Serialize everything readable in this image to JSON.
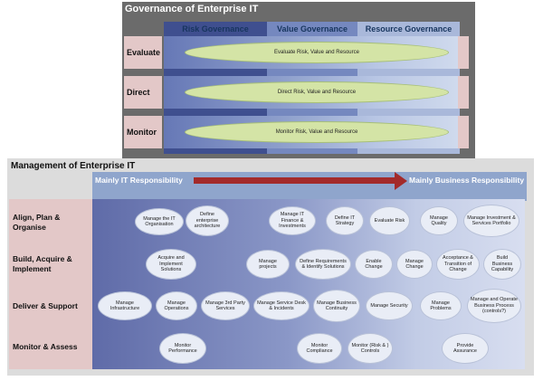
{
  "governance": {
    "title": "Governance of Enterprise IT",
    "columns": [
      "Risk Governance",
      "Value Governance",
      "Resource Governance"
    ],
    "rows": [
      {
        "label": "Evaluate",
        "activity": "Evaluate Risk, Value and Resource"
      },
      {
        "label": "Direct",
        "activity": "Direct Risk, Value and Resource"
      },
      {
        "label": "Monitor",
        "activity": "Monitor Risk, Value and Resource"
      }
    ]
  },
  "management": {
    "title": "Management of Enterprise IT",
    "it_responsibility": "Mainly IT Responsibility",
    "business_responsibility": "Mainly Business Responsibility",
    "rows": [
      {
        "label": "Align, Plan & Organise",
        "processes": [
          "Manage the IT Organisation",
          "Define enterprise architecture",
          "Manage IT Finance & Investments",
          "Define IT Strategy",
          "Evaluate Risk",
          "Manage Quality",
          "Manage Investment & Services Portfolio"
        ]
      },
      {
        "label": "Build, Acquire & Implement",
        "processes": [
          "Acquire and Implement Solutions",
          "Manage projects",
          "Define Requirements & Identify Solutions",
          "Enable Change",
          "Manage Change",
          "Acceptance & Transition of Change",
          "Build Business Capability"
        ]
      },
      {
        "label": "Deliver & Support",
        "processes": [
          "Manage Infrastructure",
          "Manage Operations",
          "Manage 3rd Party Services",
          "Manage Service Desk & Incidents",
          "Manage Business Continuity",
          "Manage Security",
          "Manage Problems",
          "Manage and Operate Business Process (controls?)"
        ]
      },
      {
        "label": "Monitor & Assess",
        "processes": [
          "Monitor Performance",
          "Monitor Compliance",
          "Monitor (Risk & ) Controls",
          "Provide Assurance"
        ]
      }
    ]
  },
  "colors": {
    "governance_bg": "#6b6b6b",
    "row_label_bg": "#e3c8c8",
    "ellipse_fill": "#d4e4a6",
    "bubble_fill": "#e9edf6",
    "arrow": "#a32a2a",
    "responsibility_band": "#8fa5cc"
  }
}
